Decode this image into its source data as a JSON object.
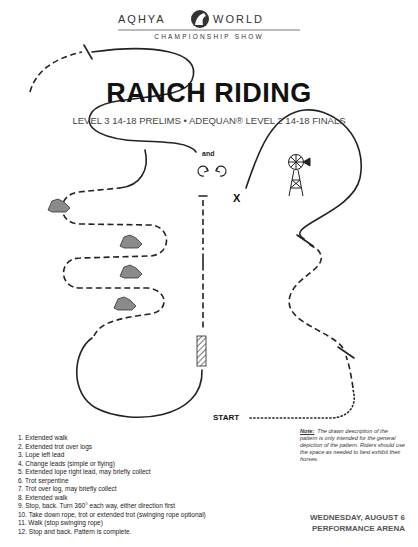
{
  "diagram": {
    "title": "RANCH RIDING",
    "labels": [
      "AQHYA",
      "WORLD",
      "CHAMPIONSHIP SHOW",
      "LEVEL 3 14-18 PRELIMS • ADEQUAN® LEVEL 2 14-18 FINALS",
      "and",
      "X",
      "START",
      "1. Extended walk",
      "2. Extended trot over logs",
      "3. Lope left lead",
      "4. Change leads (simple or flying)",
      "5. Extended lope right lead, may briefly collect",
      "6. Trot serpentine",
      "7. Trot over log, may briefly collect",
      "8. Extended walk",
      "9. Stop, back. Turn 360° each way, either direction first",
      "10. Take down rope, trot or extended trot (swinging rope optional)",
      "11. Walk (stop swinging rope)",
      "12. Stop and back. Pattern is complete.",
      "Note:",
      "The drawn description of the pattern is only intended for the general depiction of the pattern. Riders should use the space as needed to best exhibit their horses.",
      "WEDNESDAY, AUGUST 6",
      "PERFORMANCE ARENA"
    ]
  }
}
